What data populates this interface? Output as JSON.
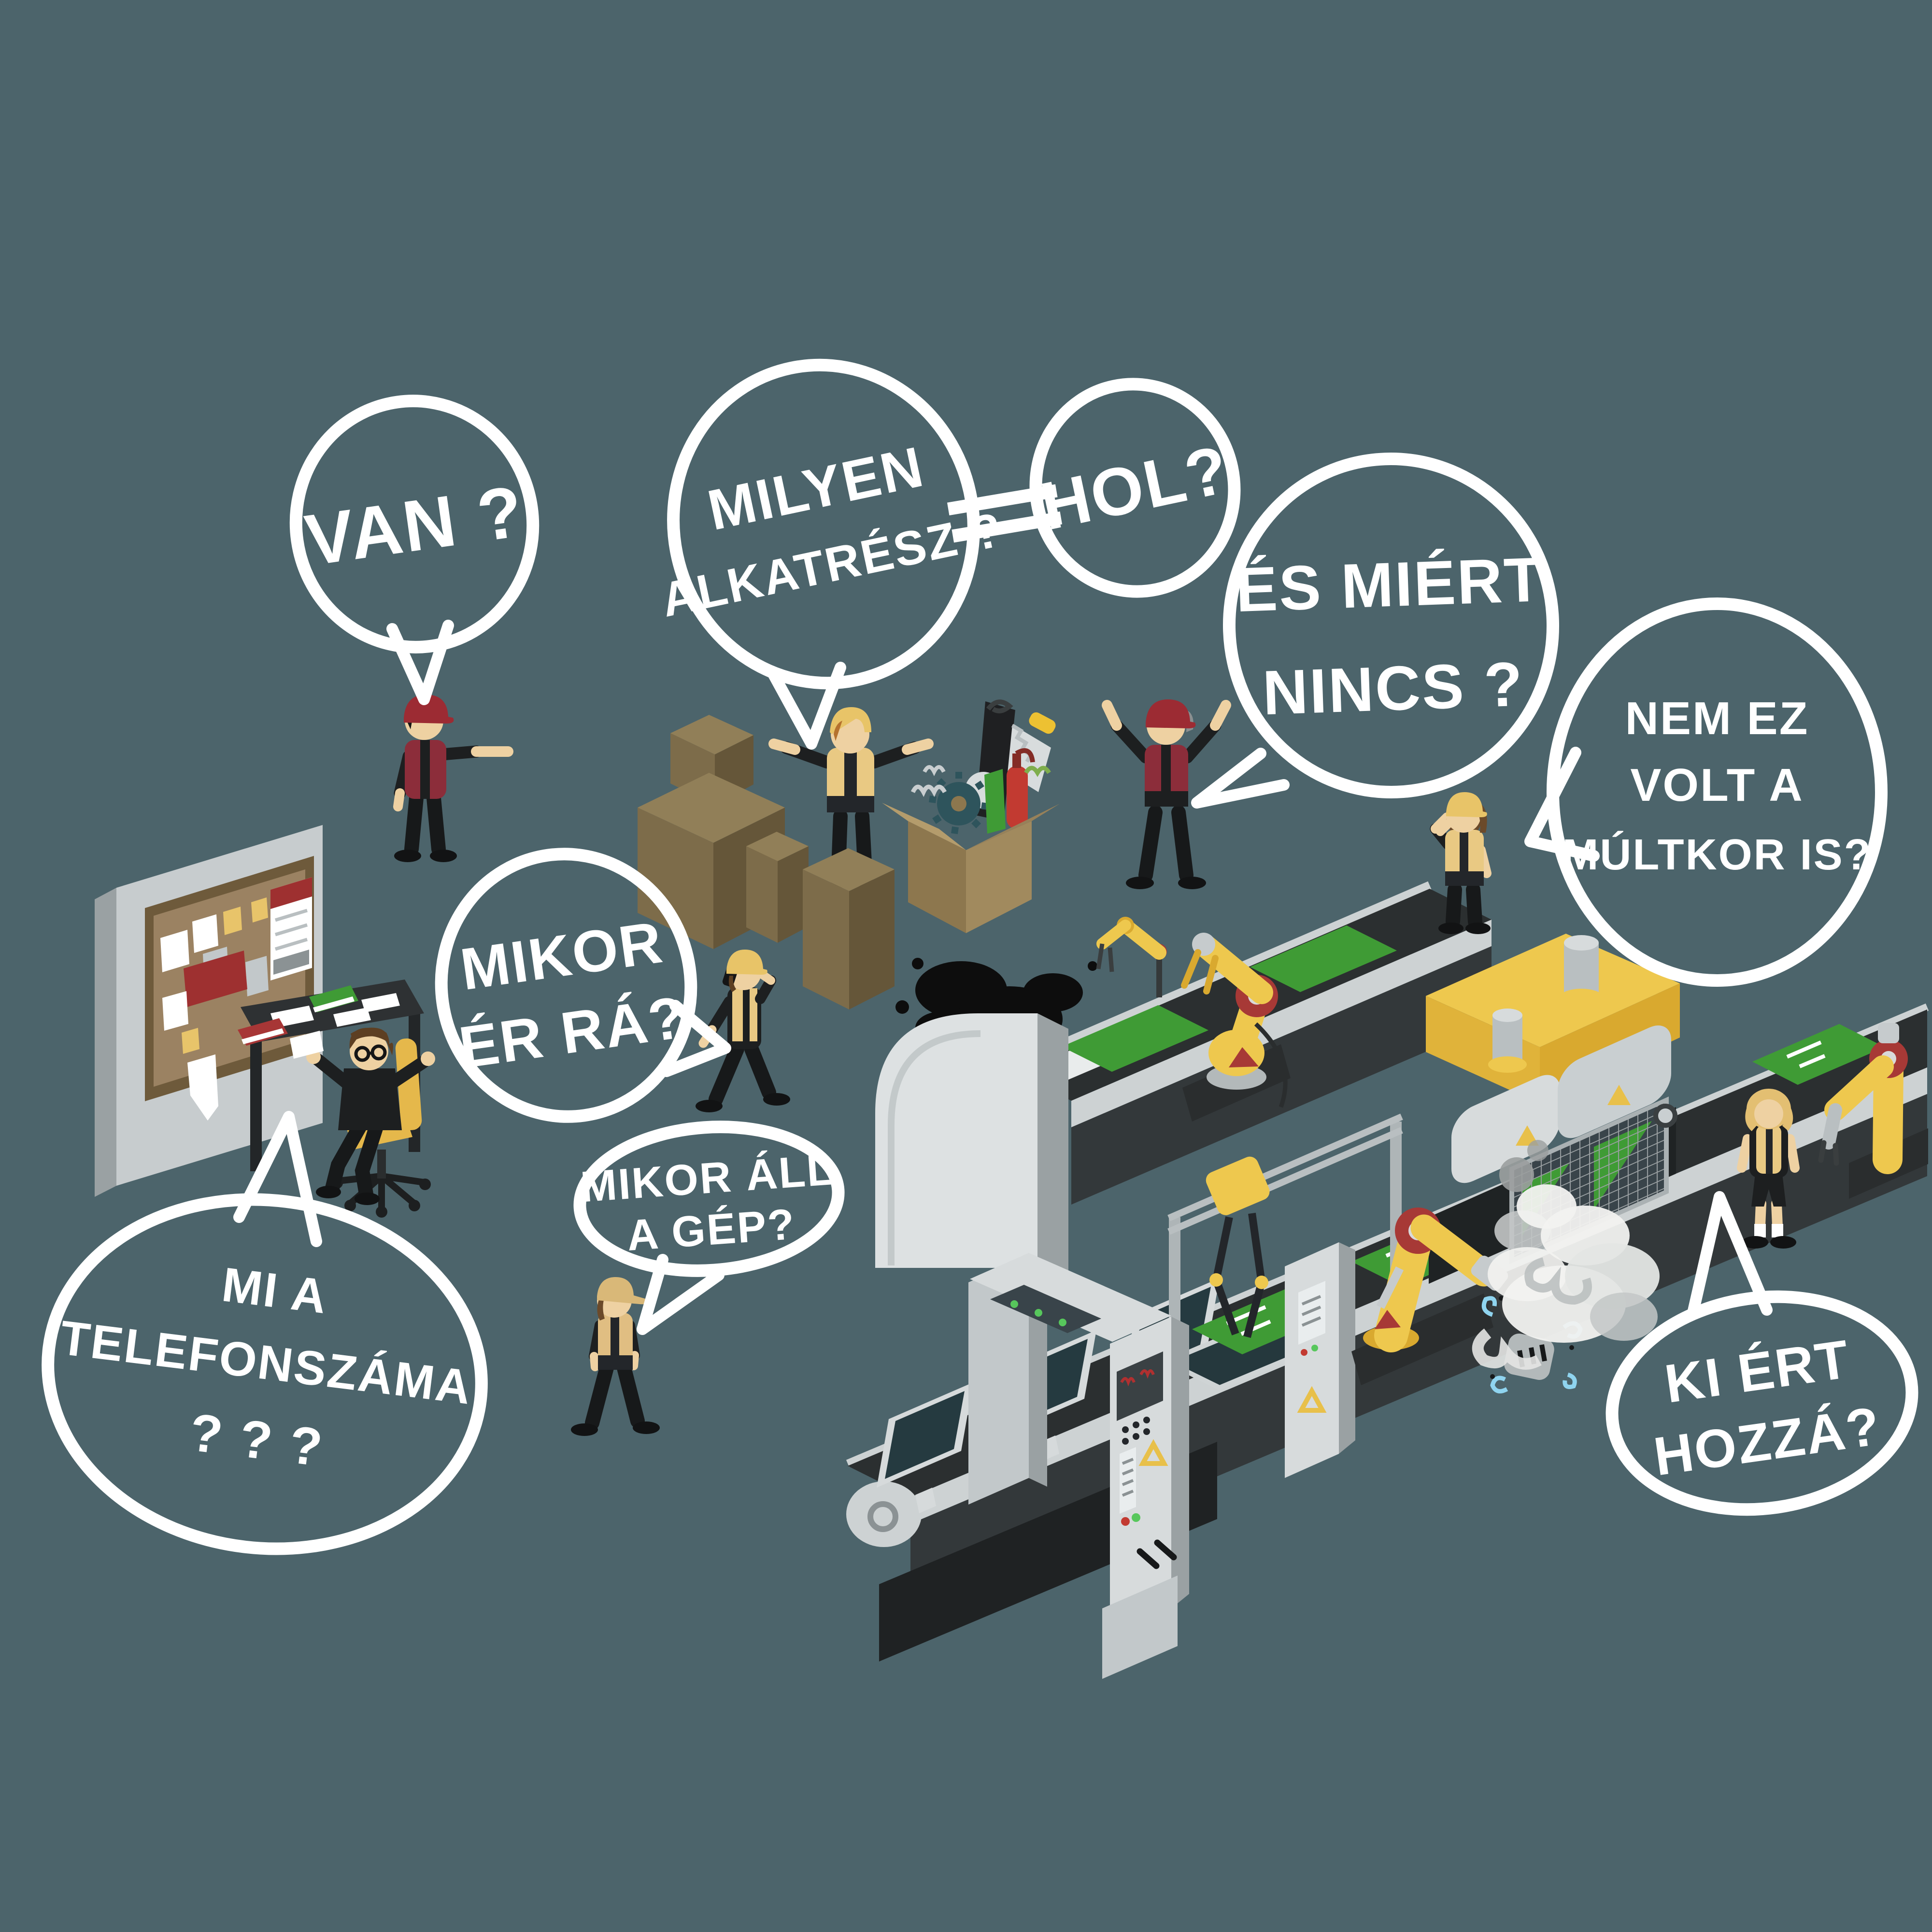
{
  "title": "factory-chaos-questions-illustration",
  "colors": {
    "background": "#4c646b",
    "bubble_outline": "#ffffff",
    "bubble_text": "#ffffff",
    "robot_yellow": "#eec84e",
    "machine_gray": "#d7dbdc",
    "belt_dark": "#2b2f30",
    "pcb_green": "#3f9b35",
    "box_brown": "#7d6c4a",
    "vest_yellow": "#e9c983",
    "red_vest": "#8c2d3a",
    "skin": "#eed1a2",
    "oil_black": "#0d0d0d",
    "chair_yellow": "#e5b84b",
    "cork_brown": "#9b8262",
    "smoke_white": "#f2f2f0"
  },
  "bubbles": {
    "van": {
      "lines": [
        "VAN ?"
      ]
    },
    "milyen": {
      "lines": [
        "MILYEN",
        "ALKATRÉSZ ?"
      ]
    },
    "hol": {
      "lines": [
        "HOL?"
      ]
    },
    "es_miert": {
      "lines": [
        "ÉS MIÉRT",
        "NINCS ?"
      ]
    },
    "nem_ez": {
      "lines": [
        "NEM EZ",
        "VOLT A",
        "MÚLTKOR IS?"
      ]
    },
    "mikor_er": {
      "lines": [
        "MIKOR",
        "ÉR RÁ?"
      ]
    },
    "mikor_all": {
      "lines": [
        "MIKOR ÁLL",
        "A GÉP?"
      ]
    },
    "telefonszama": {
      "lines": [
        "MI A",
        "TELEFONSZÁMA",
        "? ? ?"
      ]
    },
    "ki_ert": {
      "lines": [
        "KI ÉRT",
        "HOZZÁ?"
      ]
    }
  },
  "figures": [
    "worker-pointing-red-cap",
    "worker-arms-spread-by-boxes",
    "worker-arms-raised-red-vest",
    "worker-facepalm-long-hair",
    "worker-walking-on-phone",
    "worker-walking-hands-down",
    "worker-standing-shorts",
    "person-at-desk-stretching"
  ],
  "scene_elements": [
    "bulletin-board",
    "office-desk",
    "cardboard-boxes",
    "open-toolbox",
    "oil-spill",
    "upper-conveyor-line",
    "lower-conveyor-line",
    "robot-arm-large",
    "robot-arm-small",
    "robot-arm-broken",
    "robot-arm-far-right",
    "press-machine",
    "scanner-gantry",
    "control-pillar",
    "overhead-rail-robot",
    "monitors-on-belt",
    "pcb-boards",
    "smoke-cloud"
  ]
}
